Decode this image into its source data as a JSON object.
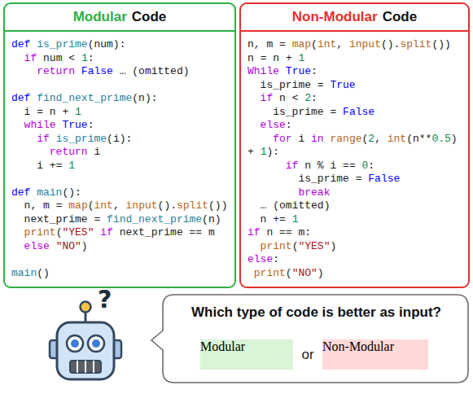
{
  "diagram": {
    "nodes": [
      {
        "text": [
          "Modular",
          "Code",
          "def is_prime(num):",
          "  if num < 1:",
          "    return False … (omitted)",
          "def find_next_prime(n):",
          "  i = n + 1",
          "  while True:",
          "    if is_prime(i):",
          "      return i",
          "    i += 1",
          "def main():",
          "  n, m = map(int, input().split())",
          "  next_prime = find_next_prime(n)",
          "  print(\"YES\" if next_prime == m",
          "  else \"NO\")",
          "main()"
        ]
      },
      {
        "text": [
          "Non-Modular",
          "Code",
          "n, m = map(int, input().split())",
          "n = n + 1",
          "While True:",
          "  is_prime = True",
          "  if n < 2:",
          "    is_prime = False",
          "  else:",
          "    for i in range(2, int(n**0.5)",
          "+ 1):",
          "      if n % i == 0:",
          "        is_prime = False",
          "        break",
          "  … (omitted)",
          "  n += 1",
          "if n == m:",
          "  print(\"YES\")",
          "else:",
          " print(\"NO\")"
        ]
      },
      {
        "text": [
          "Which type of code is better as input?",
          "or"
        ]
      },
      {
        "text": [
          "Modular"
        ],
        "in": 2
      },
      {
        "text": [
          "Non-Modular"
        ],
        "in": 2
      }
    ],
    "labels": [
      "?"
    ]
  }
}
